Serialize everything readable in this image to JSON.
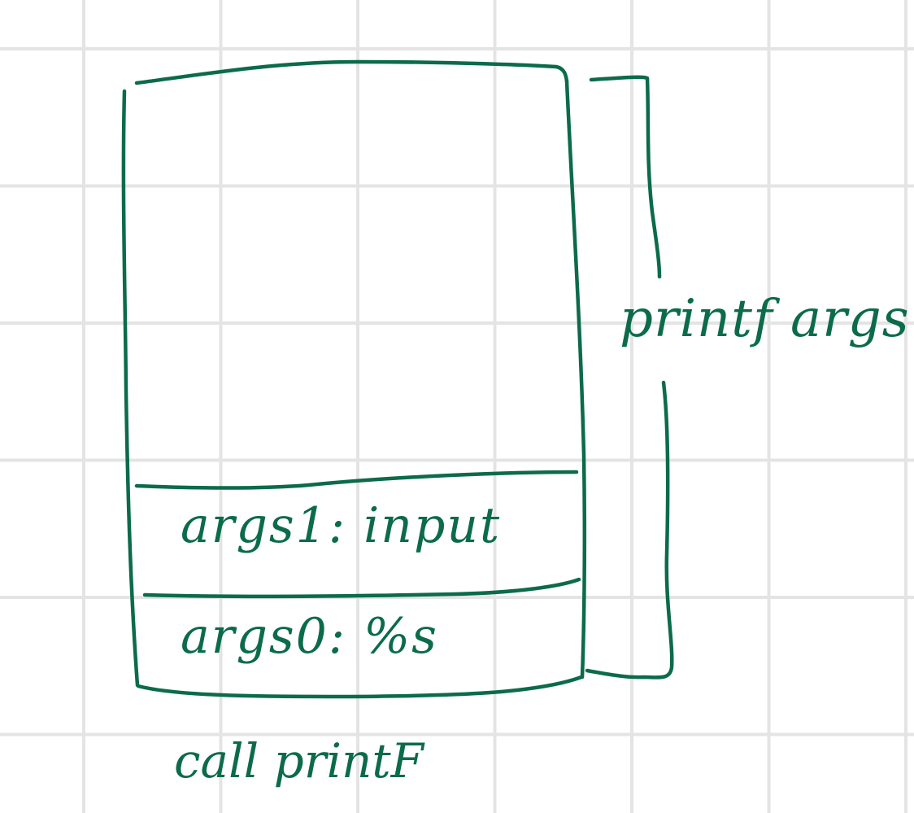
{
  "diagram": {
    "ink_color": "#0b6b4b",
    "grid_color": "#e4e4e4",
    "stack_cells": [
      {
        "label": "args1: input"
      },
      {
        "label": "args0: %s"
      }
    ],
    "brace_label": "printf args",
    "caption": "call printF"
  }
}
